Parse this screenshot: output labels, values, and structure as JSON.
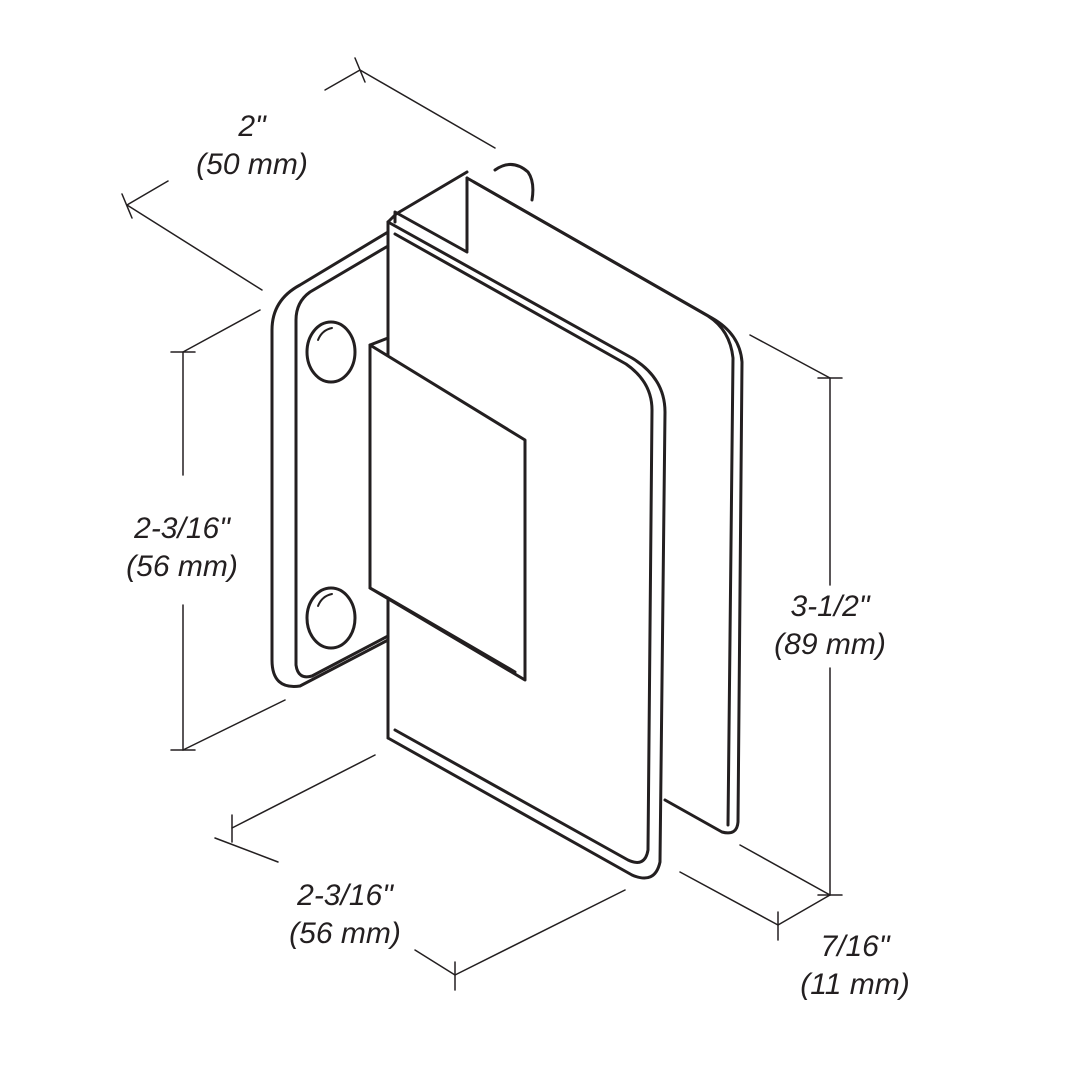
{
  "dimensions": {
    "depth": {
      "imperial": "2\"",
      "metric": "(50 mm)"
    },
    "hole_spacing": {
      "imperial": "2-3/16\"",
      "metric": "(56 mm)"
    },
    "height": {
      "imperial": "3-1/2\"",
      "metric": "(89 mm)"
    },
    "width": {
      "imperial": "2-3/16\"",
      "metric": "(56 mm)"
    },
    "thickness": {
      "imperial": "7/16\"",
      "metric": "(11 mm)"
    }
  },
  "colors": {
    "line": "#231f20",
    "background": "#ffffff"
  }
}
